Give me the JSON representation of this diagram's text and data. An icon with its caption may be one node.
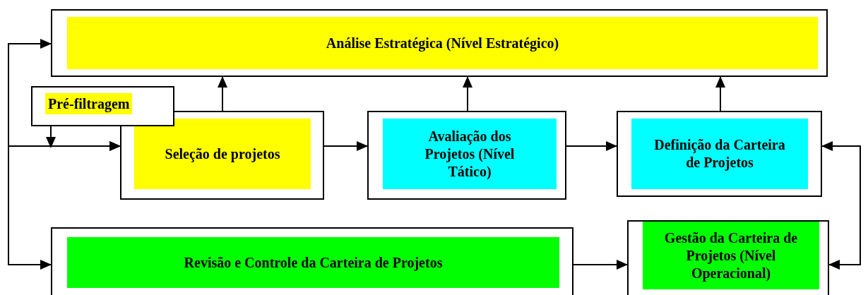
{
  "diagram": {
    "nodes": [
      {
        "text": [
          "Análise Estratégica (Nível Estratégico)"
        ]
      },
      {
        "text": [
          "Pré-filtragem"
        ]
      },
      {
        "text": [
          "Seleção de projetos"
        ]
      },
      {
        "text": [
          "Avaliação dos Projetos (Nível Tático)"
        ]
      },
      {
        "text": [
          "Definição da Carteira de Projetos"
        ]
      },
      {
        "text": [
          "Revisão e Controle da Carteira de Projetos"
        ]
      },
      {
        "text": [
          "Gestão da Carteira de Projetos (Nível Operacional)"
        ]
      }
    ],
    "edges": [
      {
        "from": 2,
        "to": 0,
        "arrow": "to"
      },
      {
        "from": 3,
        "to": 0,
        "arrow": "to"
      },
      {
        "from": 4,
        "to": 0,
        "arrow": "to"
      },
      {
        "from": 1,
        "to": 2,
        "arrow": "to"
      },
      {
        "from": 2,
        "to": 3,
        "arrow": "to"
      },
      {
        "from": 3,
        "to": 4,
        "arrow": "to"
      },
      {
        "from": 0,
        "to": 5,
        "arrow": "both"
      },
      {
        "from": null,
        "to": 2,
        "arrow": "to"
      },
      {
        "from": 5,
        "to": 6,
        "arrow": "to"
      },
      {
        "from": 4,
        "to": 6,
        "arrow": "both"
      }
    ]
  }
}
